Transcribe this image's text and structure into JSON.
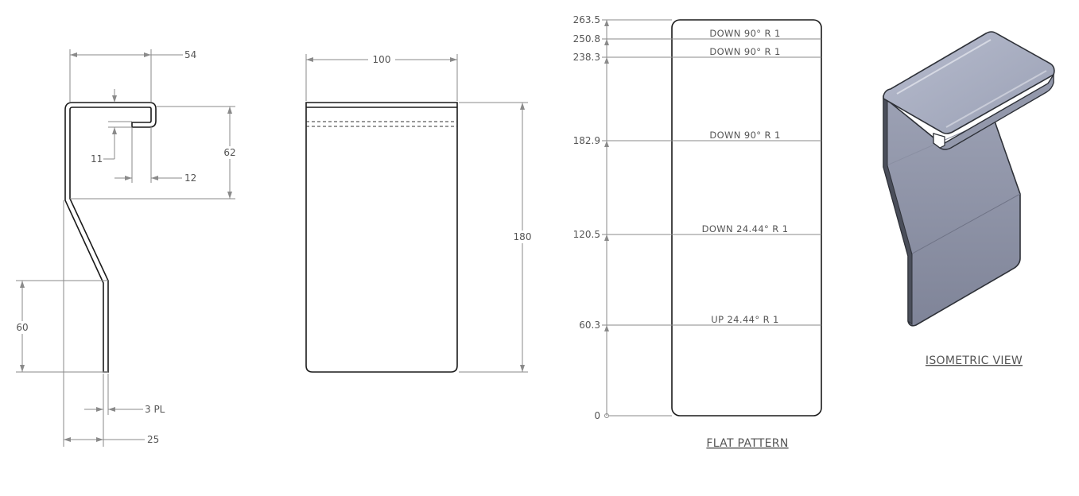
{
  "colors": {
    "object_line": "#1a1a1a",
    "dimension_line": "#8a8a8a",
    "text": "#555555",
    "iso_top_face": "#aab0c3",
    "iso_front_face": "#8d92a5",
    "iso_edge": "#2e3138"
  },
  "side_view": {
    "dims": {
      "d54": "54",
      "d62": "62",
      "d11": "11",
      "d12": "12",
      "d60": "60",
      "d3pl": "3 PL",
      "d25": "25"
    }
  },
  "front_view": {
    "dims": {
      "d100": "100",
      "d180": "180"
    }
  },
  "flat_pattern": {
    "caption": "FLAT PATTERN",
    "ordinates": [
      "263.5",
      "250.8",
      "238.3",
      "182.9",
      "120.5",
      "60.3",
      "0"
    ],
    "bend_notes": [
      "DOWN  90°  R 1",
      "DOWN  90°  R 1",
      "DOWN  90°  R 1",
      "DOWN  24.44°  R 1",
      "UP  24.44°  R 1"
    ]
  },
  "isometric": {
    "caption": "ISOMETRIC VIEW"
  }
}
